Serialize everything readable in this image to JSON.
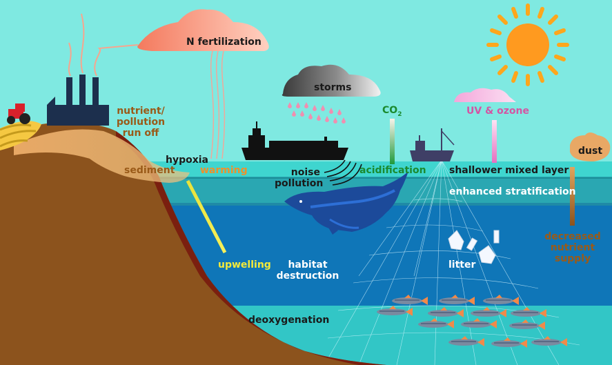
{
  "labels": {
    "n_fertilization": "N fertilization",
    "storms": "storms",
    "co2_main": "CO",
    "co2_sub": "2",
    "uv_ozone": "UV & ozone",
    "nutrient_line1": "nutrient/",
    "nutrient_line2": "pollution",
    "nutrient_line3": "run off",
    "hypoxia": "hypoxia",
    "sediment": "sediment",
    "warming": "warming",
    "noise_line1": "noise",
    "noise_line2": "pollution",
    "acidification": "acidification",
    "shallower_mixed_layer": "shallower mixed layer",
    "enhanced_stratification": "enhanced  stratification",
    "dust": "dust",
    "decreased_line1": "decreased",
    "decreased_line2": "nutrient",
    "decreased_line3": "supply",
    "upwelling": "upwelling",
    "habitat_line1": "habitat",
    "habitat_line2": "destruction",
    "litter": "litter",
    "deoxygenation": "deoxygenation"
  },
  "colors": {
    "sky": "#7fe9e1",
    "surface_water": "#3fd5cf",
    "mixed_layer": "#2aa7b2",
    "stratified": "#1f8aa6",
    "deep_water": "#0f76b8",
    "bottom_water": "#32c6c6",
    "land": "#8c531d",
    "sediment": "#e0a25f",
    "sun": "#ff9a1f",
    "pollution_cloud": "#f6866a",
    "storm_cloud": "#555555",
    "uv_cloud": "#f29bd8"
  },
  "icons": [
    "factory-icon",
    "tractor-icon",
    "sun-icon",
    "tanker-ship-icon",
    "fishing-boat-icon",
    "whale-icon",
    "fish-school-icon",
    "litter-bag-icon",
    "bottle-icon",
    "fishing-net-icon"
  ]
}
